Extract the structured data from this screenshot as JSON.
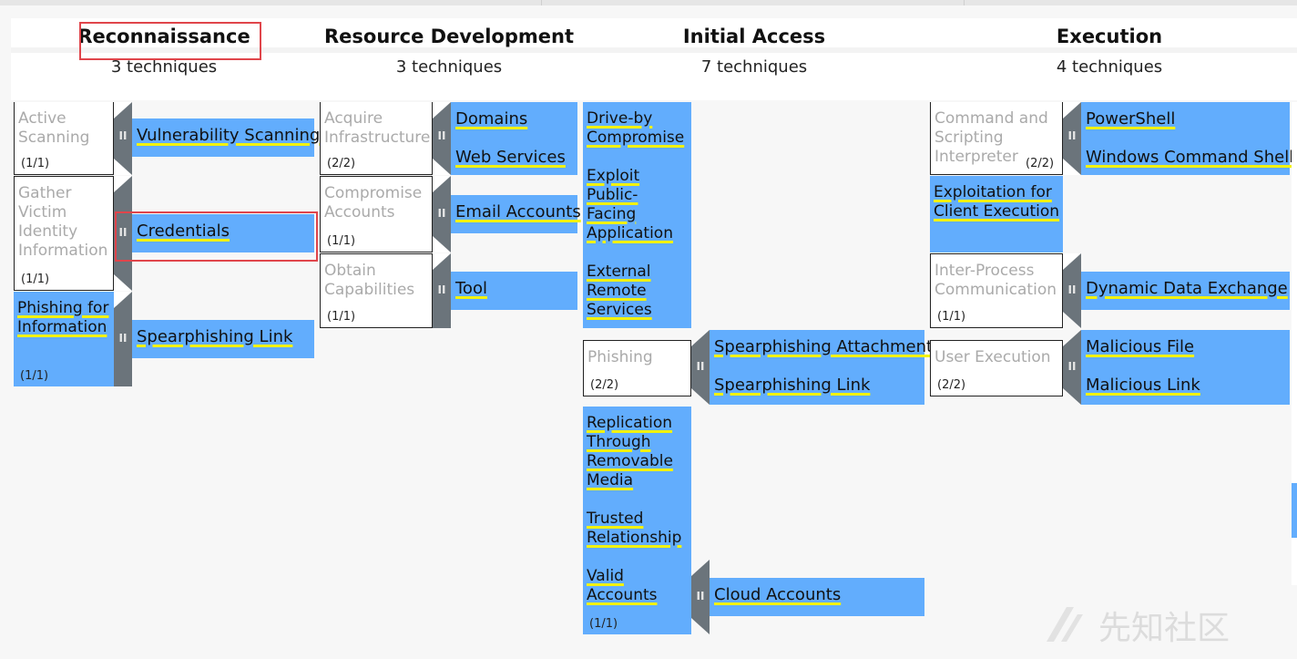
{
  "tactics": [
    {
      "name": "Reconnaissance",
      "count": "3  techniques"
    },
    {
      "name": "Resource Development",
      "count": "3  techniques"
    },
    {
      "name": "Initial Access",
      "count": "7  techniques"
    },
    {
      "name": "Execution",
      "count": "4  techniques"
    }
  ],
  "recon": {
    "active_scanning": "Active Scanning",
    "active_scanning_cnt": "(1/1)",
    "vuln_scanning": "Vulnerability Scanning",
    "gather_victim": "Gather Victim Identity Information",
    "gather_victim_cnt": "(1/1)",
    "credentials": "Credentials",
    "phishing_info": "Phishing for Information",
    "phishing_info_cnt": "(1/1)",
    "spearphishing_link": "Spearphishing Link"
  },
  "resource": {
    "acquire_infra": "Acquire Infrastructure",
    "acquire_infra_cnt": "(2/2)",
    "domains": "Domains",
    "web_services": "Web Services",
    "compromise_accounts": "Compromise Accounts",
    "compromise_accounts_cnt": "(1/1)",
    "email_accounts": "Email Accounts",
    "obtain_capabilities": "Obtain Capabilities",
    "obtain_capabilities_cnt": "(1/1)",
    "tool": "Tool"
  },
  "initial": {
    "drive_by": "Drive-by Compromise",
    "exploit_public": "Exploit Public-Facing Application",
    "external_remote": "External Remote Services",
    "phishing": "Phishing",
    "phishing_cnt": "(2/2)",
    "spear_attachment": "Spearphishing Attachment",
    "spear_link": "Spearphishing Link",
    "replication": "Replication Through Removable Media",
    "trusted": "Trusted Relationship",
    "valid_accounts": "Valid Accounts",
    "valid_accounts_cnt": "(1/1)",
    "cloud_accounts": "Cloud Accounts"
  },
  "execution": {
    "cmd_scripting": "Command and Scripting Interpreter",
    "cmd_scripting_cnt": "(2/2)",
    "powershell": "PowerShell",
    "windows_cmd": "Windows Command Shell",
    "exploit_client": "Exploitation for Client Execution",
    "ipc": "Inter-Process Communication",
    "ipc_cnt": "(1/1)",
    "dde": "Dynamic Data Exchange",
    "user_exec": "User Execution",
    "user_exec_cnt": "(2/2)",
    "malicious_file": "Malicious File",
    "malicious_link": "Malicious Link"
  },
  "handle_glyph": "II",
  "watermark": "先知社区",
  "colors": {
    "technique_selected": "#62adfd",
    "underline": "#f2f20a",
    "handle": "#6b747b",
    "highlight": "#e0454b"
  }
}
